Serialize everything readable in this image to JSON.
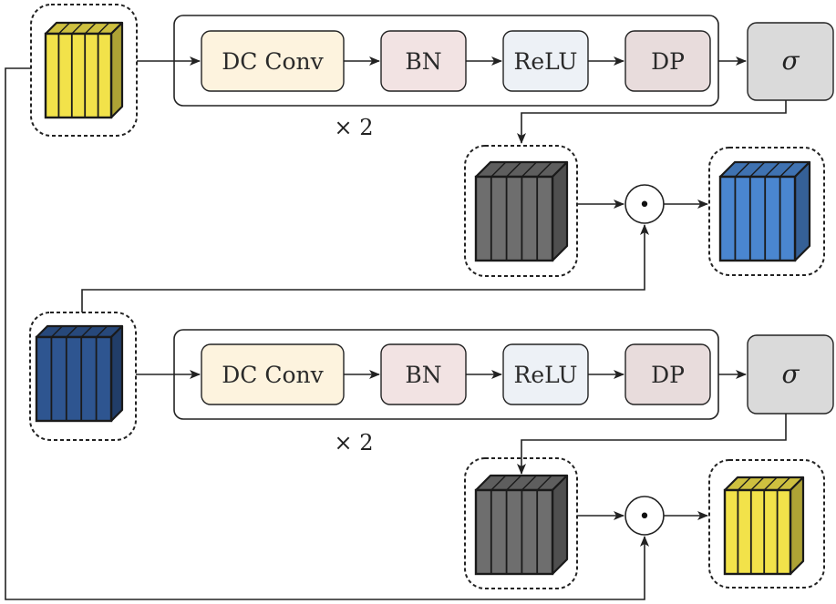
{
  "colors": {
    "yellow": "#f2e24a",
    "blue_light": "#4a86d0",
    "blue_dark": "#2e5590",
    "gray": "#6e6e6e",
    "dc_conv_fill": "#fdf3de",
    "bn_fill": "#f2e3e3",
    "relu_fill": "#edf1f6",
    "dp_fill": "#e8dcdc",
    "sigma_fill": "#dadada"
  },
  "branches": [
    {
      "ops": [
        "DC Conv",
        "BN",
        "ReLU",
        "DP"
      ],
      "repeat_label": "× 2",
      "gate_label": "σ",
      "product_symbol": "•",
      "input_tensor": "yellow",
      "gated_tensor": "gray",
      "output_tensor": "blue_light"
    },
    {
      "ops": [
        "DC Conv",
        "BN",
        "ReLU",
        "DP"
      ],
      "repeat_label": "× 2",
      "gate_label": "σ",
      "product_symbol": "•",
      "input_tensor": "blue_dark",
      "gated_tensor": "gray",
      "output_tensor": "yellow"
    }
  ]
}
